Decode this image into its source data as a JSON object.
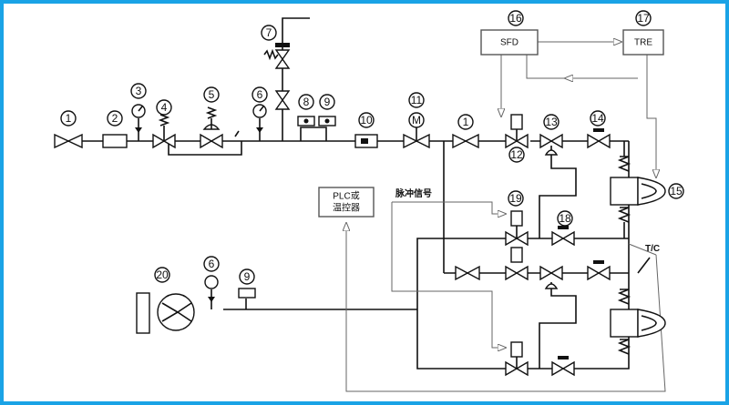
{
  "diagram": {
    "labels": {
      "n1": "1",
      "n2": "2",
      "n3": "3",
      "n4": "4",
      "n5": "5",
      "n6": "6",
      "n7": "7",
      "n8": "8",
      "n9": "9",
      "n10": "10",
      "n11": "11",
      "n12": "12",
      "n13": "13",
      "n14": "14",
      "n15": "15",
      "n16": "16",
      "n17": "17",
      "n18": "18",
      "n19": "19",
      "n20": "20",
      "sfd": "SFD",
      "tre": "TRE",
      "plc_line1": "PLC或",
      "plc_line2": "温控器",
      "pulse_signal": "脉冲信号",
      "tc": "T/C",
      "motor": "M"
    },
    "colors": {
      "frame": "#1aa3e6",
      "line": "#111111",
      "signal": "#666666"
    }
  }
}
